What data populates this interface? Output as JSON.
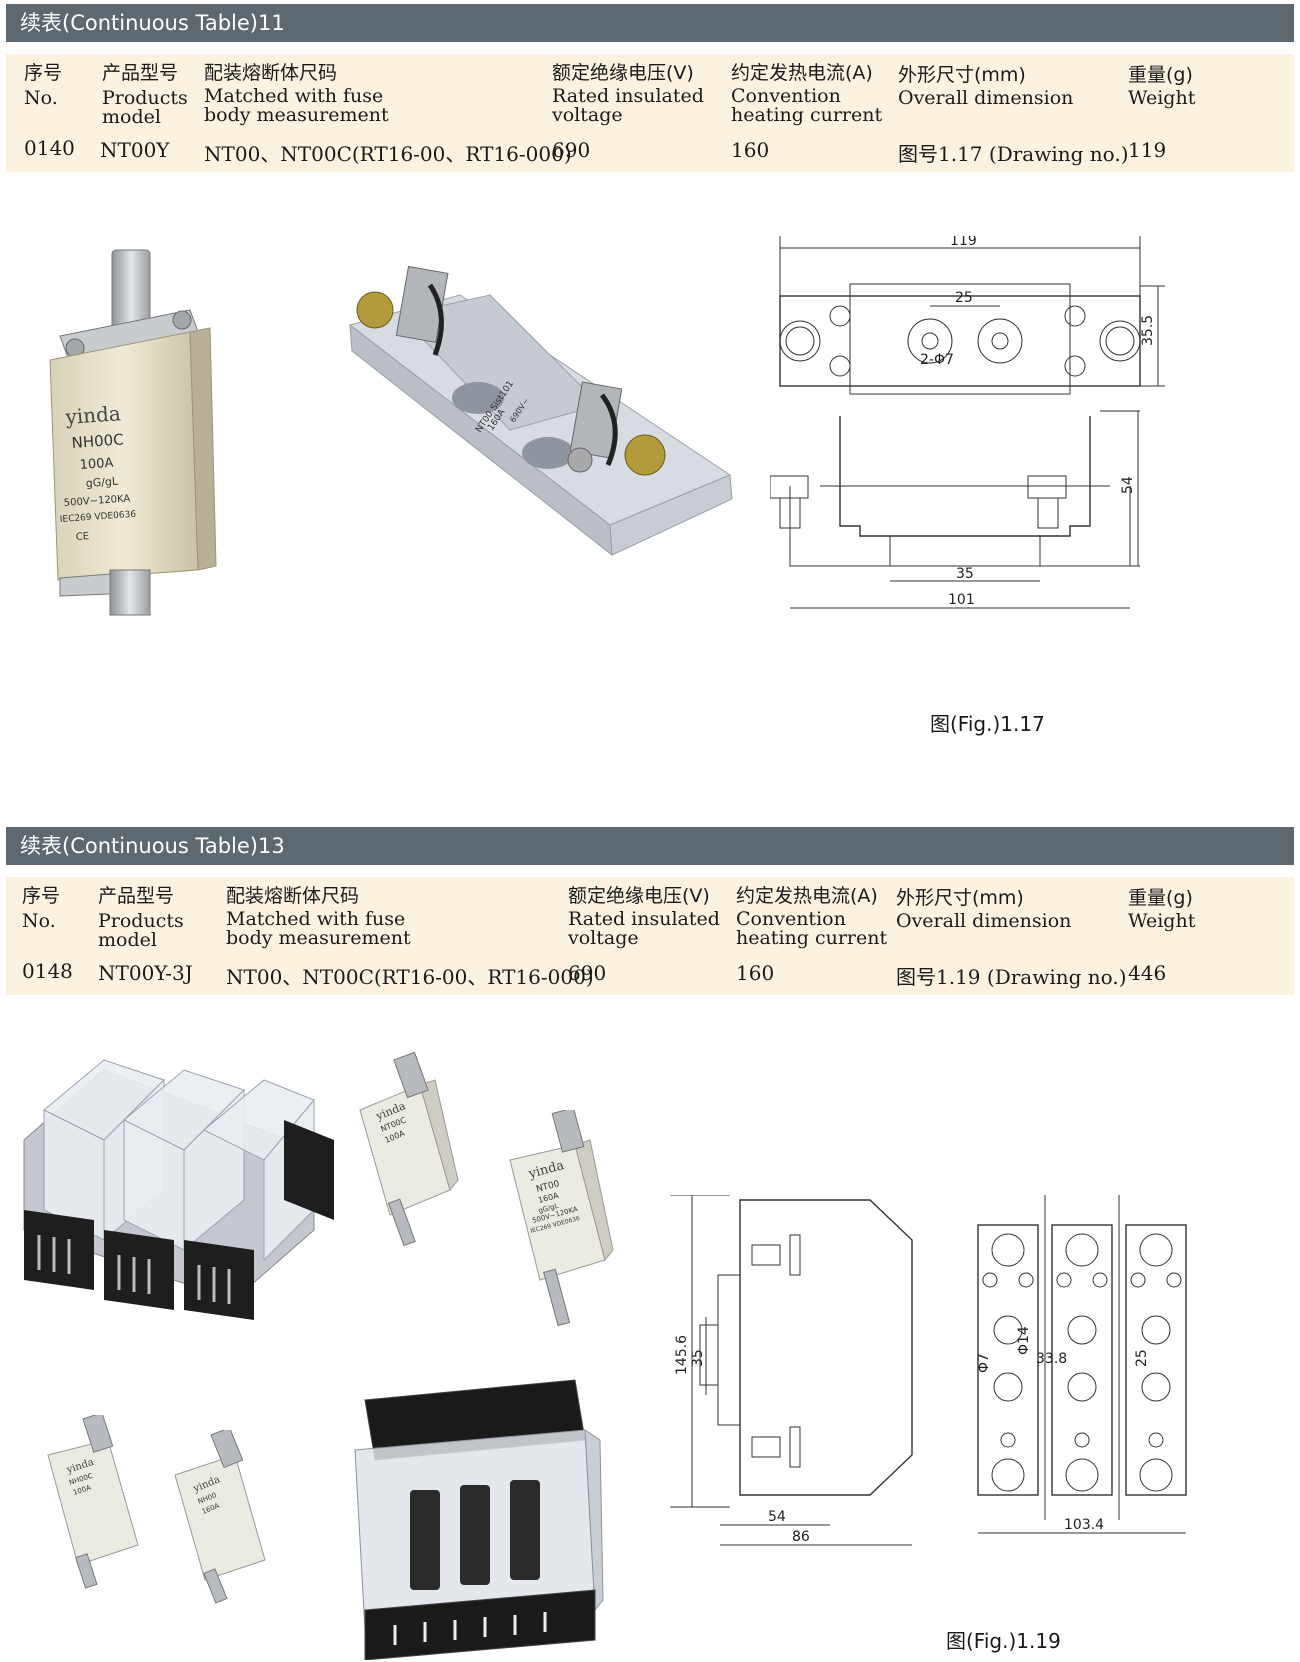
{
  "section1": {
    "header": "续表(Continuous Table)11",
    "columns": {
      "no": {
        "zh": "序号",
        "en": "No."
      },
      "model": {
        "zh": "产品型号",
        "en1": "Products",
        "en2": "model"
      },
      "fuse": {
        "zh": "配装熔断体尺码",
        "en1": "Matched with fuse",
        "en2": "body measurement"
      },
      "voltage": {
        "zh": "额定绝缘电压(V)",
        "en1": "Rated insulated",
        "en2": "voltage"
      },
      "current": {
        "zh": "约定发热电流(A)",
        "en1": "Convention",
        "en2": "heating  current"
      },
      "dimension": {
        "zh": "外形尺寸(mm)",
        "en": "Overall dimension"
      },
      "weight": {
        "zh": "重量(g)",
        "en": "Weight"
      }
    },
    "row": {
      "no": "0140",
      "model": "NT00Y",
      "fuse": "NT00、NT00C(RT16-00、RT16-000)",
      "voltage": "690",
      "current": "160",
      "dimension": "图号1.17 (Drawing no.)",
      "weight": "119"
    },
    "fuse_label": {
      "brand": "yinda",
      "type": "NH00C",
      "rating": "100A",
      "class": "gG/gL",
      "range": "500V~120KA",
      "std": "IEC269 VDE0636",
      "mark": "CE"
    },
    "base_label": {
      "line1": "NT00  Sist101",
      "line2": "160A",
      "line3": "690V~"
    },
    "drawing": {
      "d119": "119",
      "d25": "25",
      "d35_5": "35.5",
      "hole": "2-Φ7",
      "d54": "54",
      "d35": "35",
      "d101": "101"
    },
    "caption": "图(Fig.)1.17"
  },
  "section2": {
    "header": "续表(Continuous Table)13",
    "columns": {
      "no": {
        "zh": "序号",
        "en": "No."
      },
      "model": {
        "zh": "产品型号",
        "en1": "Products",
        "en2": "model"
      },
      "fuse": {
        "zh": "配装熔断体尺码",
        "en1": "Matched with fuse",
        "en2": "body measurement"
      },
      "voltage": {
        "zh": "额定绝缘电压(V)",
        "en1": "Rated insulated",
        "en2": "voltage"
      },
      "current": {
        "zh": "约定发热电流(A)",
        "en1": "Convention",
        "en2": "heating  current"
      },
      "dimension": {
        "zh": "外形尺寸(mm)",
        "en": "Overall dimension"
      },
      "weight": {
        "zh": "重量(g)",
        "en": "Weight"
      }
    },
    "row": {
      "no": "0148",
      "model": "NT00Y-3J",
      "fuse": "NT00、NT00C(RT16-00、RT16-000)",
      "voltage": "690",
      "current": "160",
      "dimension": "图号1.19 (Drawing no.)",
      "weight": "446"
    },
    "fuse_labels": [
      {
        "brand": "yinda",
        "type": "NT00C",
        "rating": "100A"
      },
      {
        "brand": "yinda",
        "type": "NT00",
        "rating": "160A",
        "class": "gG/gL",
        "range": "500V~120KA",
        "std": "IEC269 VDE0636"
      },
      {
        "brand": "yinda",
        "type": "NH00C",
        "rating": "100A"
      },
      {
        "brand": "yinda",
        "type": "NH00",
        "rating": "160A"
      }
    ],
    "drawing_left": {
      "d145_6": "145.6",
      "d35": "35",
      "d54": "54",
      "d86": "86"
    },
    "drawing_right": {
      "phi7": "Φ7",
      "phi14": "Φ14",
      "d33_8": "33.8",
      "d25": "25",
      "d103_4": "103.4"
    },
    "caption": "图(Fig.)1.19"
  }
}
